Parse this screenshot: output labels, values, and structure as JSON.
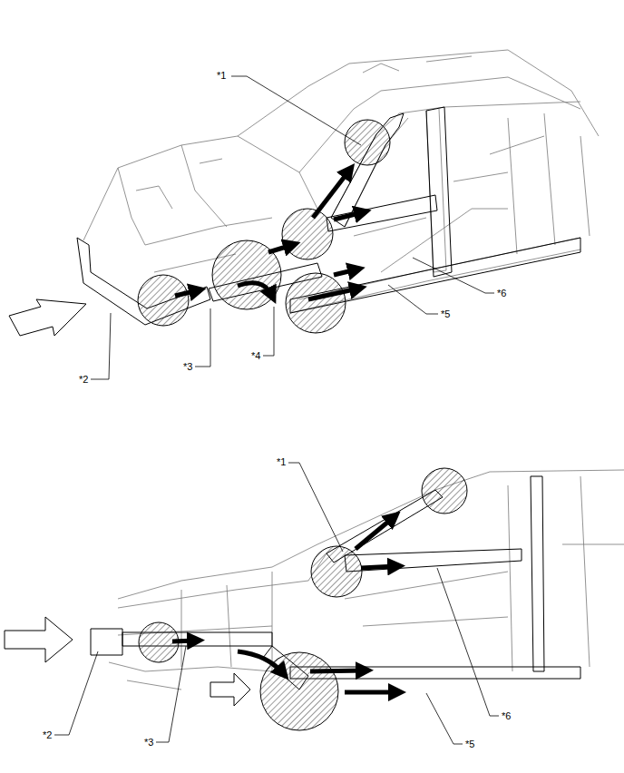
{
  "diagram": {
    "labels": [
      "*1",
      "*6",
      "*5",
      "*2",
      "*3",
      "*4",
      "*1",
      "*6",
      "*2",
      "*3",
      "*5"
    ]
  }
}
